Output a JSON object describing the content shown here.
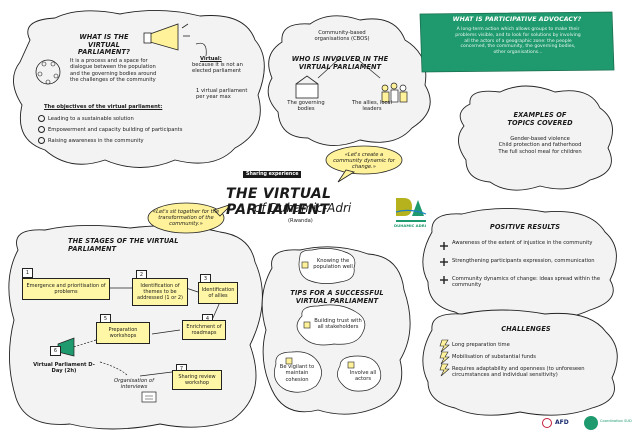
{
  "badge": "Sharing experience",
  "title": "The Virtual Parliament",
  "subtitle": "of Duhamic-Adri",
  "country": "(Rwanda)",
  "logo_text": "DUHAMIC ADRI",
  "speech_left": "«Let's sit together for the transformation of the community.»",
  "speech_right": "«Let's create a community dynamic for change.»",
  "what_is": {
    "heading": "What is the virtual parliament?",
    "lines": [
      "It is a process and a space for",
      "dialogue between the population",
      "and the governing bodies around",
      "the challenges of the community"
    ],
    "virtual_label": "Virtual:",
    "virtual_lines": [
      "because it is not an",
      "elected parliament"
    ],
    "per_year": "1 virtual parliament per year max",
    "objectives_heading": "The objectives of the virtual parliament:",
    "objectives": [
      "Leading to a sustainable solution",
      "Empowerment and capacity building of participants",
      "Raising awareness in the community"
    ]
  },
  "involved": {
    "heading": "Who is involved in the virtual parliament",
    "cbo": "Community-based organisations (CBOS)",
    "governing": "The governing bodies",
    "allies": "The allies, local leaders"
  },
  "advocacy": {
    "heading": "What is participative advocacy?",
    "lines": [
      "A long-term action which allows groups to make their",
      "problems visible, and to look for solutions by involving",
      "all the actors of a geographic zone: the people",
      "concerned, the community, the governing bodies,",
      "other organisations..."
    ]
  },
  "examples": {
    "heading": "Examples of topics covered",
    "items": [
      "Gender-based violence",
      "Child protection and fatherhood",
      "The full school meal for children"
    ]
  },
  "stages": {
    "heading": "The stages of the virtual parliament",
    "steps": [
      {
        "num": "1",
        "label": "Emergence and prioritisation of problems"
      },
      {
        "num": "2",
        "label": "Identification of themes to be addressed (1 or 2)"
      },
      {
        "num": "3",
        "label": "Identification of allies"
      },
      {
        "num": "4",
        "label": "Enrichment of roadmaps"
      },
      {
        "num": "5",
        "label": "Preparation workshops"
      },
      {
        "num": "6",
        "label": "Virtual Parliament D-Day (2h)"
      },
      {
        "num": "7",
        "label": "Sharing review workshop"
      }
    ],
    "interviews": "Organisation of interviews"
  },
  "tips": {
    "heading": "Tips for a successful virtual parliament",
    "items": [
      "Knowing the population well",
      "Building trust with all stakeholders",
      "Be vigilant to maintain cohesion",
      "Involve all actors"
    ]
  },
  "results": {
    "heading": "Positive results",
    "items": [
      "Awareness of the extent of injustice in the community",
      "Strengthening participants expression, communication",
      "Community dynamics of change: ideas spread within the community"
    ]
  },
  "challenges": {
    "heading": "Challenges",
    "items": [
      "Long preparation time",
      "Mobilisation of substantial funds",
      "Requires adaptability and openness (to unforeseen circumstances and individual sensitivity)"
    ]
  },
  "footer": {
    "afd": "AFD",
    "partner": "Coordination SUD"
  },
  "colors": {
    "yellow": "#fff29a",
    "green": "#1f9a6e",
    "cloud_bg": "#f3f3f3",
    "olive": "#b5b21e"
  }
}
